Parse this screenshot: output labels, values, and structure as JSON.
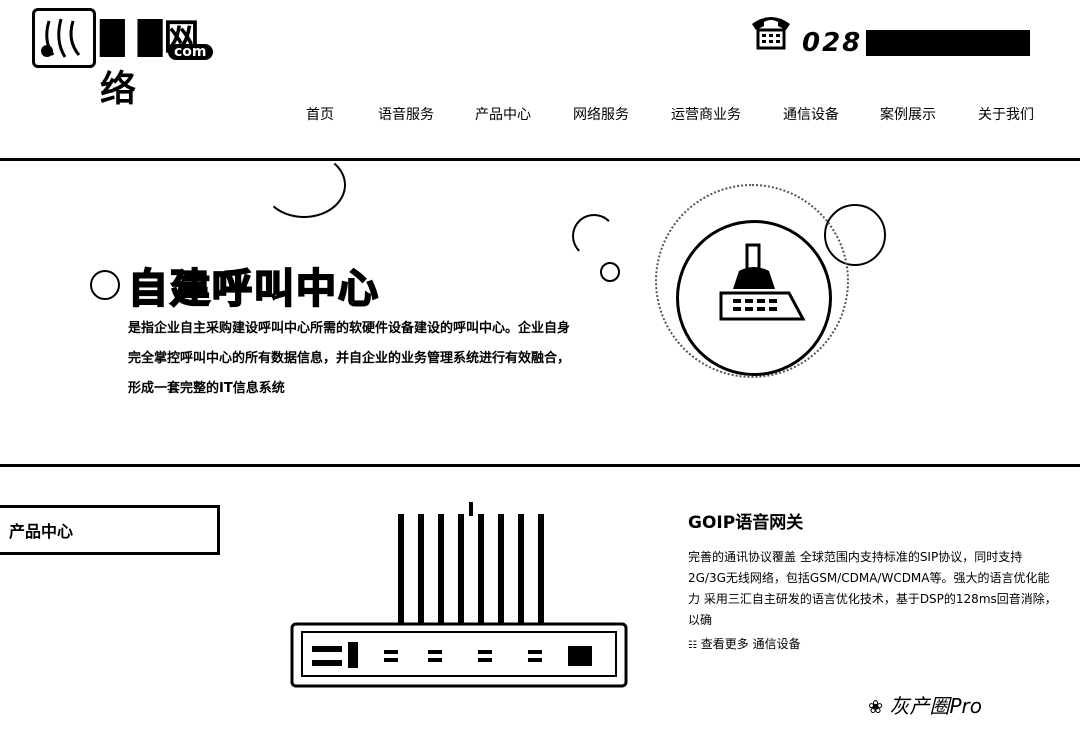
{
  "header": {
    "logo_text": "网络",
    "logo_domain": "com",
    "phone_visible": "028 -"
  },
  "nav": {
    "items": [
      "首页",
      "语音服务",
      "产品中心",
      "网络服务",
      "运营商业务",
      "通信设备",
      "案例展示",
      "关于我们"
    ]
  },
  "banner": {
    "title": "自建呼叫中心",
    "description": "是指企业自主采购建设呼叫中心所需的软硬件设备建设的呼叫中心。企业自身完全掌控呼叫中心的所有数据信息，并自企业的业务管理系统进行有效融合，形成一套完整的IT信息系统"
  },
  "products": {
    "tab_label": "产品中心",
    "title": "GOIP语音网关",
    "description": "完善的通讯协议覆盖 全球范围内支持标准的SIP协议，同时支持2G/3G无线网络，包括GSM/CDMA/WCDMA等。强大的语言优化能力 采用三汇自主研发的语言优化技术，基于DSP的128ms回音消除，以确",
    "more_label": "查看更多 通信设备"
  },
  "watermark": "灰产圈Pro"
}
